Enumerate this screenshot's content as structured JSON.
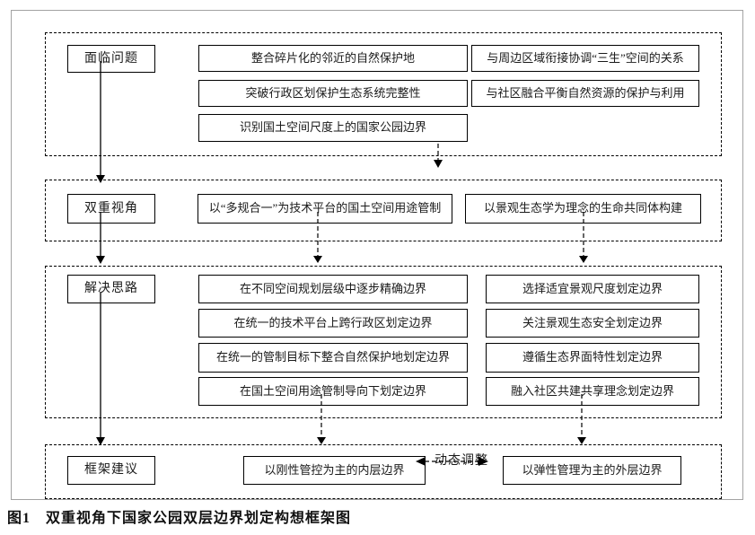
{
  "figure": {
    "caption": "图1　双重视角下国家公园双层边界划定构想框架图",
    "dynamic_adjust_label": "动态调整",
    "sections": [
      {
        "label": "面临问题",
        "col_a": [
          "整合碎片化的邻近的自然保护地",
          "突破行政区划保护生态系统完整性",
          "识别国土空间尺度上的国家公园边界"
        ],
        "col_b": [
          "与周边区域衔接协调“三生”空间的关系",
          "与社区融合平衡自然资源的保护与利用"
        ]
      },
      {
        "label": "双重视角",
        "col_a": [
          "以“多规合一”为技术平台的国土空间用途管制"
        ],
        "col_b": [
          "以景观生态学为理念的生命共同体构建"
        ]
      },
      {
        "label": "解决思路",
        "col_a": [
          "在不同空间规划层级中逐步精确边界",
          "在统一的技术平台上跨行政区划定边界",
          "在统一的管制目标下整合自然保护地划定边界",
          "在国土空间用途管制导向下划定边界"
        ],
        "col_b": [
          "选择适宜景观尺度划定边界",
          "关注景观生态安全划定边界",
          "遵循生态界面特性划定边界",
          "融入社区共建共享理念划定边界"
        ]
      },
      {
        "label": "框架建议",
        "col_a": [
          "以刚性管控为主的内层边界"
        ],
        "col_b": [
          "以弹性管理为主的外层边界"
        ]
      }
    ],
    "colors": {
      "line": "#000000",
      "frame_border": "#a3a3a3",
      "text": "#1a1a1a",
      "background": "#ffffff"
    }
  }
}
